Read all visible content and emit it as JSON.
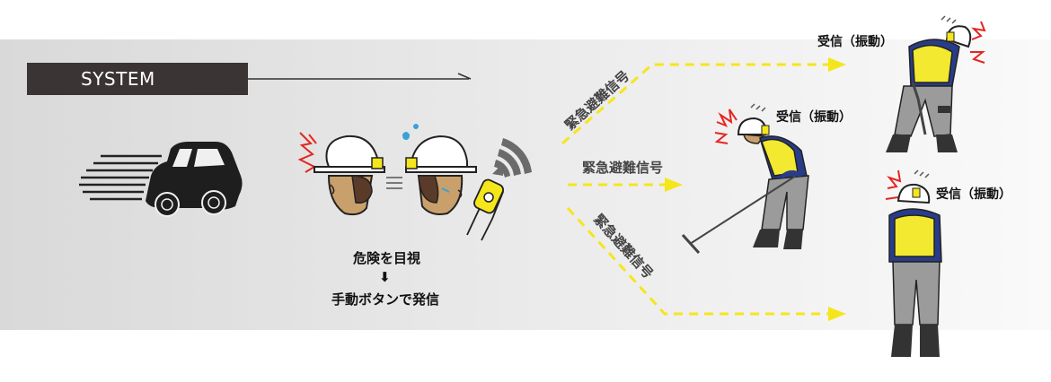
{
  "system_label": "SYSTEM",
  "operator_caption": {
    "line1": "危険を目視",
    "arrow": "⬇︎",
    "line2": "手動ボタンで発信"
  },
  "signal_label": "緊急避難信号",
  "receive_label": "受信（振動）",
  "colors": {
    "band": "#e6e6e6",
    "system_label_bg": "#3a3434",
    "signal_yellow": "#f5e61c",
    "alert_red": "#e52520",
    "vest_yellow": "#f2e930",
    "worker_blue": "#283c8a",
    "worker_gray": "#9b9b9b"
  },
  "icons": [
    "car-icon",
    "helmet-head-icon",
    "remote-button-icon",
    "wireless-signal-icon",
    "worker-icon",
    "alert-burst-icon"
  ]
}
